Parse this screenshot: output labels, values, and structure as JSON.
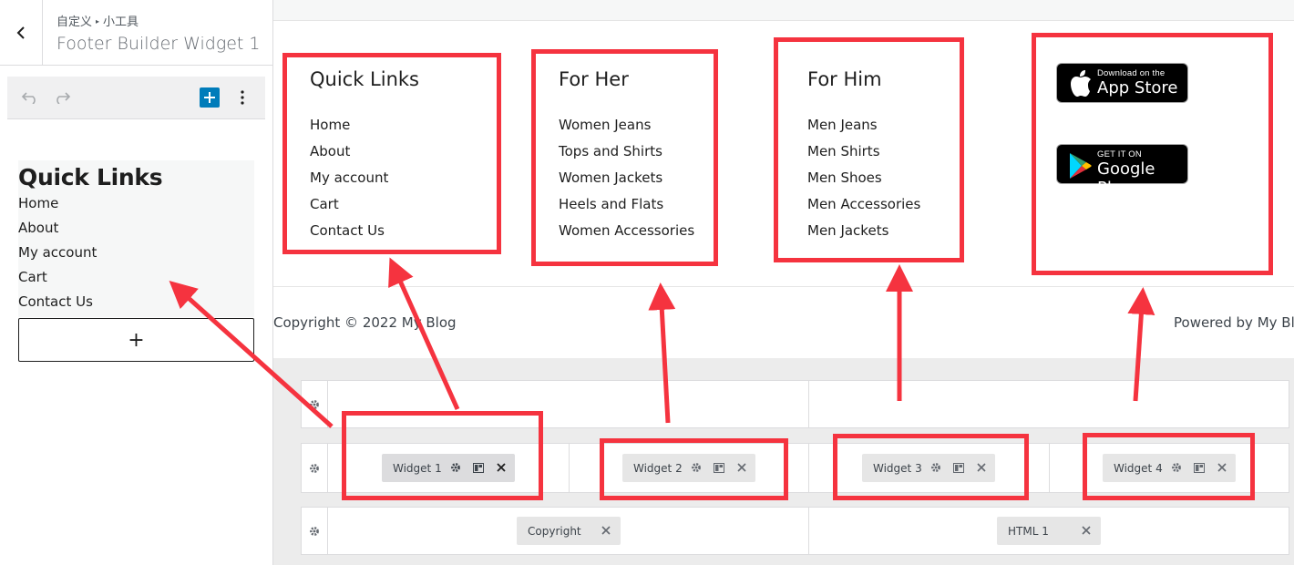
{
  "sidebar": {
    "breadcrumb": {
      "part1": "自定义",
      "separator": "▸",
      "part2": "小工具"
    },
    "title": "Footer Builder Widget 1",
    "block": {
      "title": "Quick Links",
      "links": [
        "Home",
        "About",
        "My account",
        "Cart",
        "Contact Us"
      ]
    },
    "add_block_label": "+"
  },
  "preview": {
    "columns": [
      {
        "title": "Quick Links",
        "links": [
          "Home",
          "About",
          "My account",
          "Cart",
          "Contact Us"
        ]
      },
      {
        "title": "For Her",
        "links": [
          "Women Jeans",
          "Tops and Shirts",
          "Women Jackets",
          "Heels and Flats",
          "Women Accessories"
        ]
      },
      {
        "title": "For Him",
        "links": [
          "Men Jeans",
          "Men Shirts",
          "Men Shoes",
          "Men Accessories",
          "Men Jackets"
        ]
      }
    ],
    "app_store": {
      "small": "Download on the",
      "big": "App Store"
    },
    "google_play": {
      "small": "GET IT ON",
      "big": "Google Play"
    },
    "copyright": "Copyright © 2022 My Blog",
    "powered_by": "Powered by My Blog"
  },
  "builder": {
    "widgets": [
      "Widget 1",
      "Widget 2",
      "Widget 3",
      "Widget 4"
    ],
    "bottom_items": [
      "Copyright",
      "HTML 1"
    ]
  },
  "colors": {
    "annotation": "#f5333f",
    "accent": "#007cba"
  }
}
